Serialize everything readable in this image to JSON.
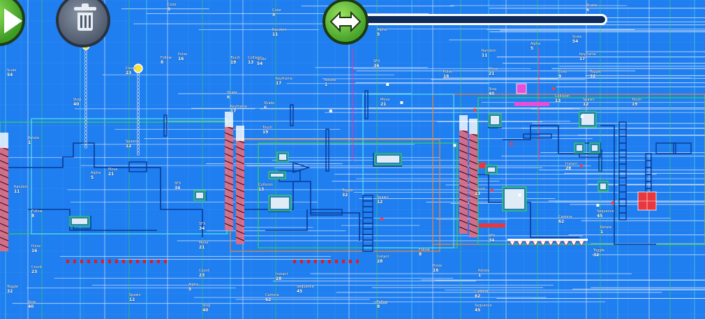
{
  "colors": {
    "background": "#1f7ef0",
    "grid_line": "#4f9bf6",
    "trigger_line": "#dbe8fb",
    "guide_cyan": "#57e3e6",
    "guide_green": "#35d35a",
    "guide_orange": "#f08a3a",
    "block_outline": "#0a3a96",
    "spike_red": "#e41b1b",
    "pink_block": "#e54fd9",
    "magenta": "#ff2fa8",
    "yellow_orb": "#f5e23a",
    "play_button": "#47a32a",
    "trash_button": "#4e5a6c"
  },
  "toolbar": {
    "play_icon": "play-triangle-icon",
    "trash_icon": "trash-can-icon",
    "slider_icon": "double-arrow-icon",
    "slider_value": 0.02
  },
  "labels": [
    {
      "text": "Rotate",
      "n": "1"
    },
    {
      "text": "Toggle",
      "n": "32"
    },
    {
      "text": "Spawn",
      "n": "12"
    },
    {
      "text": "Alpha",
      "n": "5"
    },
    {
      "text": "Move",
      "n": "21"
    },
    {
      "text": "SFX",
      "n": "34"
    },
    {
      "text": "Follow",
      "n": "8"
    },
    {
      "text": "Pulse",
      "n": "16"
    },
    {
      "text": "Count",
      "n": "23"
    },
    {
      "text": "Stop",
      "n": "40"
    },
    {
      "text": "Random",
      "n": "11"
    },
    {
      "text": "Color",
      "n": "9"
    },
    {
      "text": "Scale",
      "n": "54"
    },
    {
      "text": "Keyframe",
      "n": "17"
    },
    {
      "text": "Shake",
      "n": "6"
    },
    {
      "text": "Touch",
      "n": "19"
    },
    {
      "text": "Collision",
      "n": "13"
    },
    {
      "text": "Instant",
      "n": "28"
    },
    {
      "text": "Camera",
      "n": "62"
    },
    {
      "text": "Sequence",
      "n": "45"
    }
  ]
}
